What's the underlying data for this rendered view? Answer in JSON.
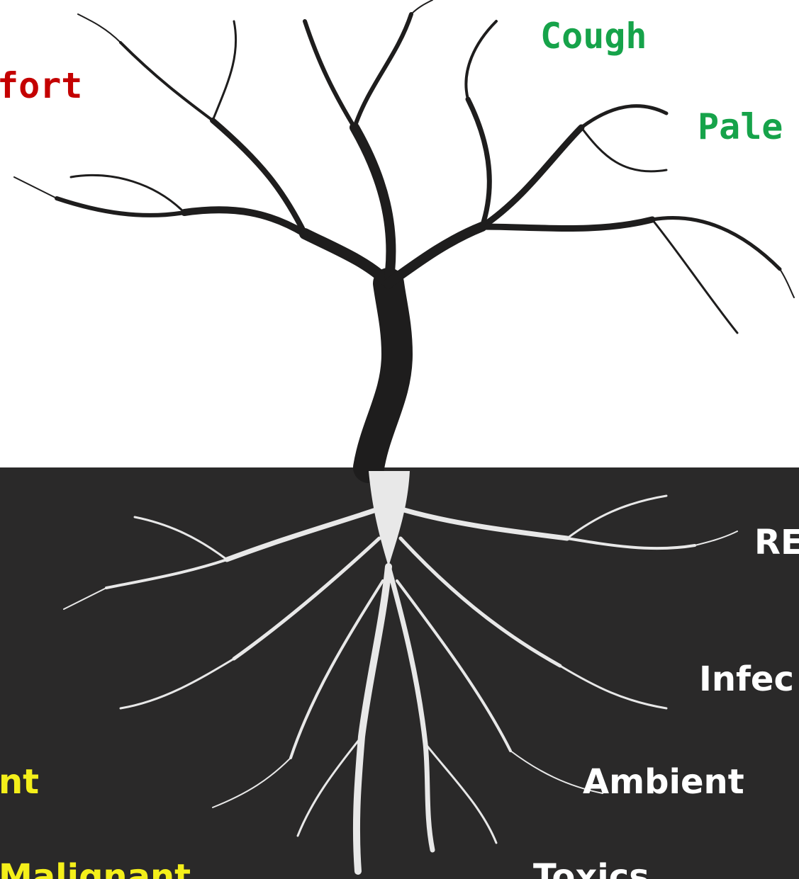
{
  "colors": {
    "background": "#ffffff",
    "ground": "#2a2929",
    "tree": "#1e1d1d",
    "roots": "#e8e8e8",
    "symptom_red": "#c40000",
    "symptom_green": "#16a34a",
    "cause_yellow": "#f4ef1a",
    "cause_white": "#ffffff"
  },
  "symptoms": {
    "comfort": "fort",
    "cough": "Cough",
    "pale": "Pale"
  },
  "causes": {
    "re": "RE",
    "infec": "Infec",
    "nt": "nt",
    "ambient": "Ambient",
    "malignant": "Malignant",
    "toxics": "Toxics"
  }
}
